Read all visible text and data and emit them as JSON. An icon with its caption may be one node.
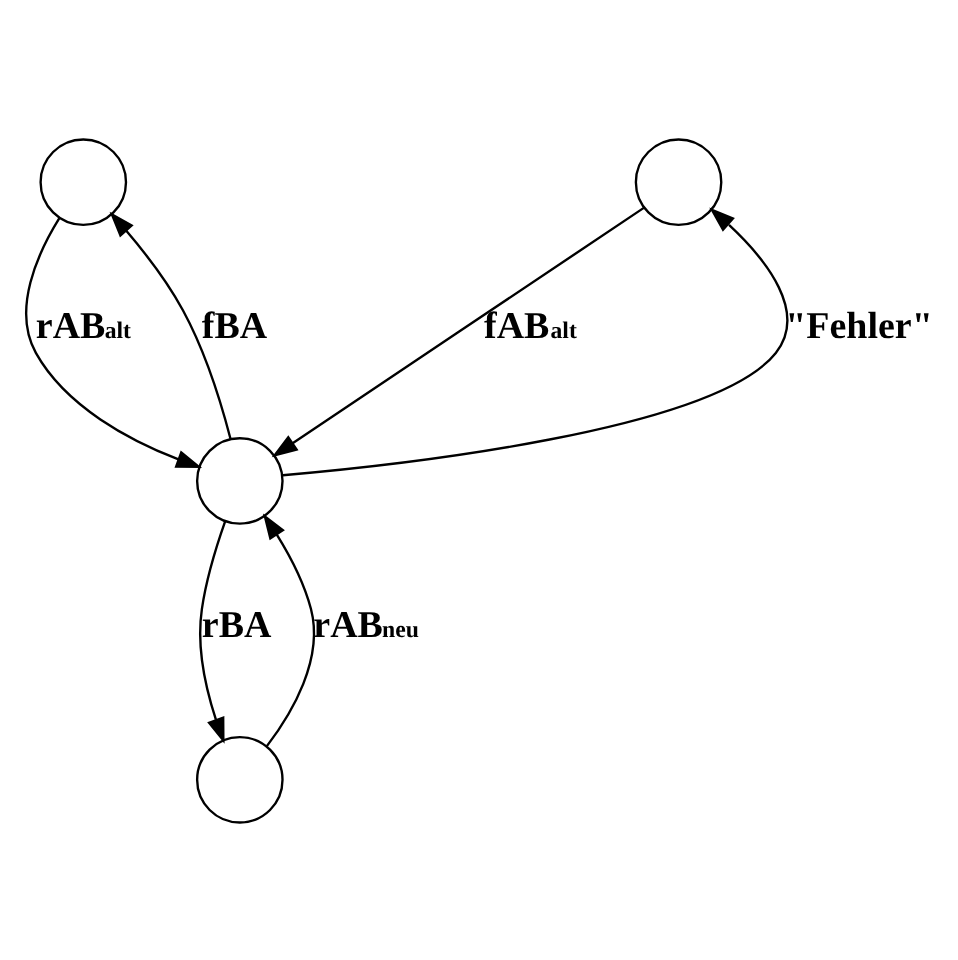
{
  "diagram": {
    "nodes": [
      {
        "text": [],
        "shape": "circle"
      },
      {
        "text": [],
        "shape": "circle"
      },
      {
        "text": [],
        "shape": "circle"
      },
      {
        "text": [],
        "shape": "circle"
      }
    ],
    "edges": [
      {
        "from": 2,
        "to": 0,
        "arrow": "to",
        "label": "fBA"
      },
      {
        "from": 2,
        "to": 1,
        "arrow": "to",
        "label": "\"Fehler\""
      },
      {
        "from": 0,
        "to": 2,
        "arrow": "to",
        "label": "rAB$_{alt}$"
      },
      {
        "from": 1,
        "to": 2,
        "arrow": "to",
        "label": "fAB$_{alt}$"
      },
      {
        "from": 2,
        "to": 3,
        "arrow": "to",
        "label": "rBA"
      },
      {
        "from": 3,
        "to": 2,
        "arrow": "to",
        "label": "rAB$_{neu}$"
      }
    ]
  }
}
